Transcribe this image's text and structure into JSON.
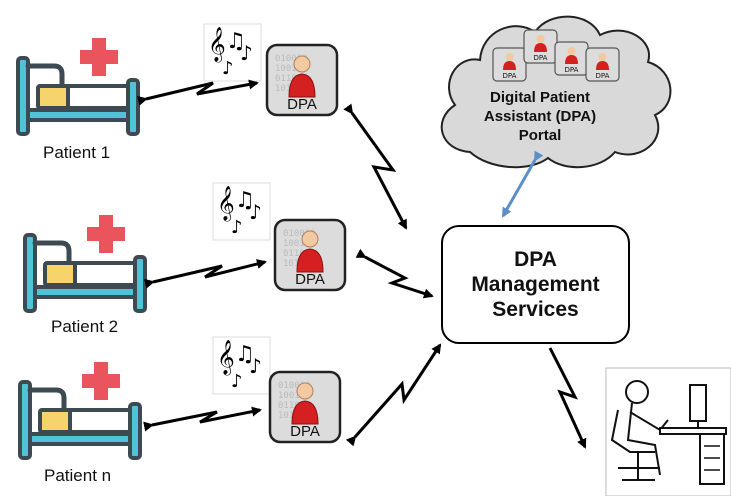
{
  "patients": [
    {
      "label": "Patient 1"
    },
    {
      "label": "Patient 2"
    },
    {
      "label": "Patient n"
    }
  ],
  "dpa_label": "DPA",
  "management": {
    "lines": [
      "DPA",
      "Management",
      "Services"
    ]
  },
  "portal": {
    "lines": [
      "Digital Patient",
      "Assistant (DPA)",
      "Portal"
    ]
  },
  "colors": {
    "bed_frame": "#3d4a52",
    "bed_rail": "#4fc3d8",
    "pillow": "#f7d36b",
    "cross": "#e9545d",
    "cloud": "#d9d9d9",
    "portal_link": "#5a8fc8"
  },
  "icons": [
    "hospital-bed-icon",
    "music-notes-icon",
    "dpa-avatar-icon",
    "cloud-icon",
    "clinician-at-computer-icon",
    "wireless-link-icon"
  ]
}
